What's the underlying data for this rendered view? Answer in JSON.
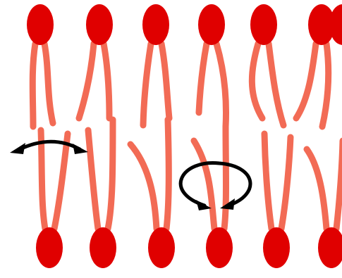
{
  "diagram": {
    "kind": "lipid-bilayer",
    "colors": {
      "head": "#e00000",
      "tail": "#f26b55",
      "arrow": "#000000",
      "background": "#ffffff"
    },
    "upper_leaflet": {
      "lipid_count": 7
    },
    "lower_leaflet": {
      "lipid_count": 7
    },
    "motions": [
      {
        "name": "lateral-diffusion",
        "arrow_style": "double-headed-arc"
      },
      {
        "name": "rotation",
        "arrow_style": "circular-loop"
      }
    ]
  }
}
